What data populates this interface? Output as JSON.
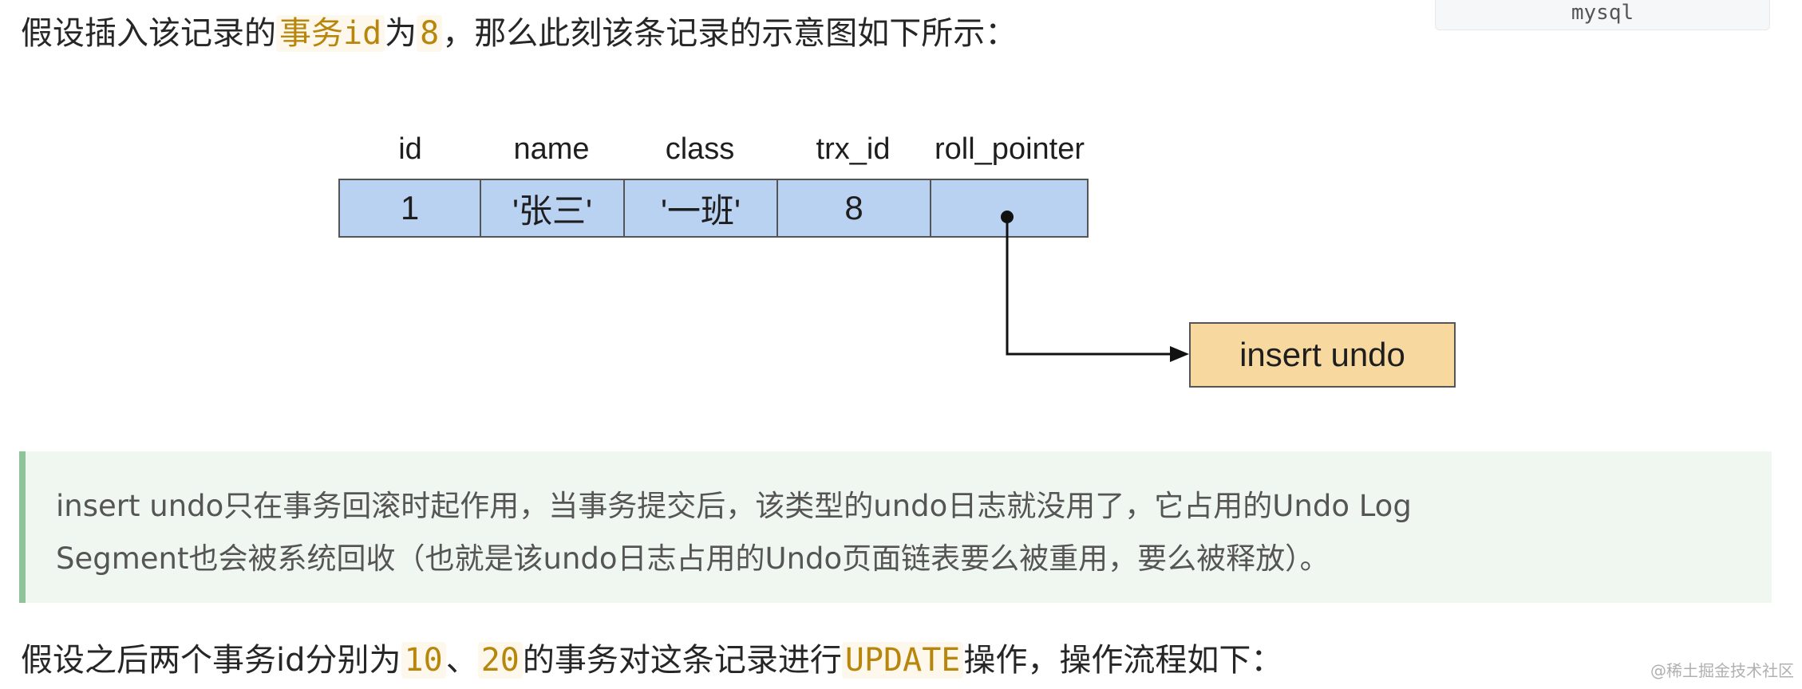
{
  "language_tag": "mysql",
  "intro": {
    "before": "假设插入该记录的",
    "code1": "事务id",
    "middle": "为",
    "code2": "8",
    "after": "，那么此刻该条记录的示意图如下所示："
  },
  "diagram": {
    "headers": [
      "id",
      "name",
      "class",
      "trx_id",
      "roll_pointer"
    ],
    "cells": [
      "1",
      "'张三'",
      "'一班'",
      "8",
      ""
    ],
    "undo_label": "insert undo",
    "colors": {
      "row_fill": "#b9d2f2",
      "undo_fill": "#f7d9a0",
      "border": "#555555"
    }
  },
  "note": {
    "line1": "insert undo只在事务回滚时起作用，当事务提交后，该类型的undo日志就没用了，它占用的Undo Log",
    "line2": "Segment也会被系统回收（也就是该undo日志占用的Undo页面链表要么被重用，要么被释放）。",
    "accent_color": "#8fc49a"
  },
  "outro": {
    "before": "假设之后两个事务id分别为",
    "code1": "10",
    "sep": "、",
    "code2": "20",
    "middle": "的事务对这条记录进行",
    "code3": "UPDATE",
    "after": "操作，操作流程如下："
  },
  "watermark": "@稀土掘金技术社区"
}
